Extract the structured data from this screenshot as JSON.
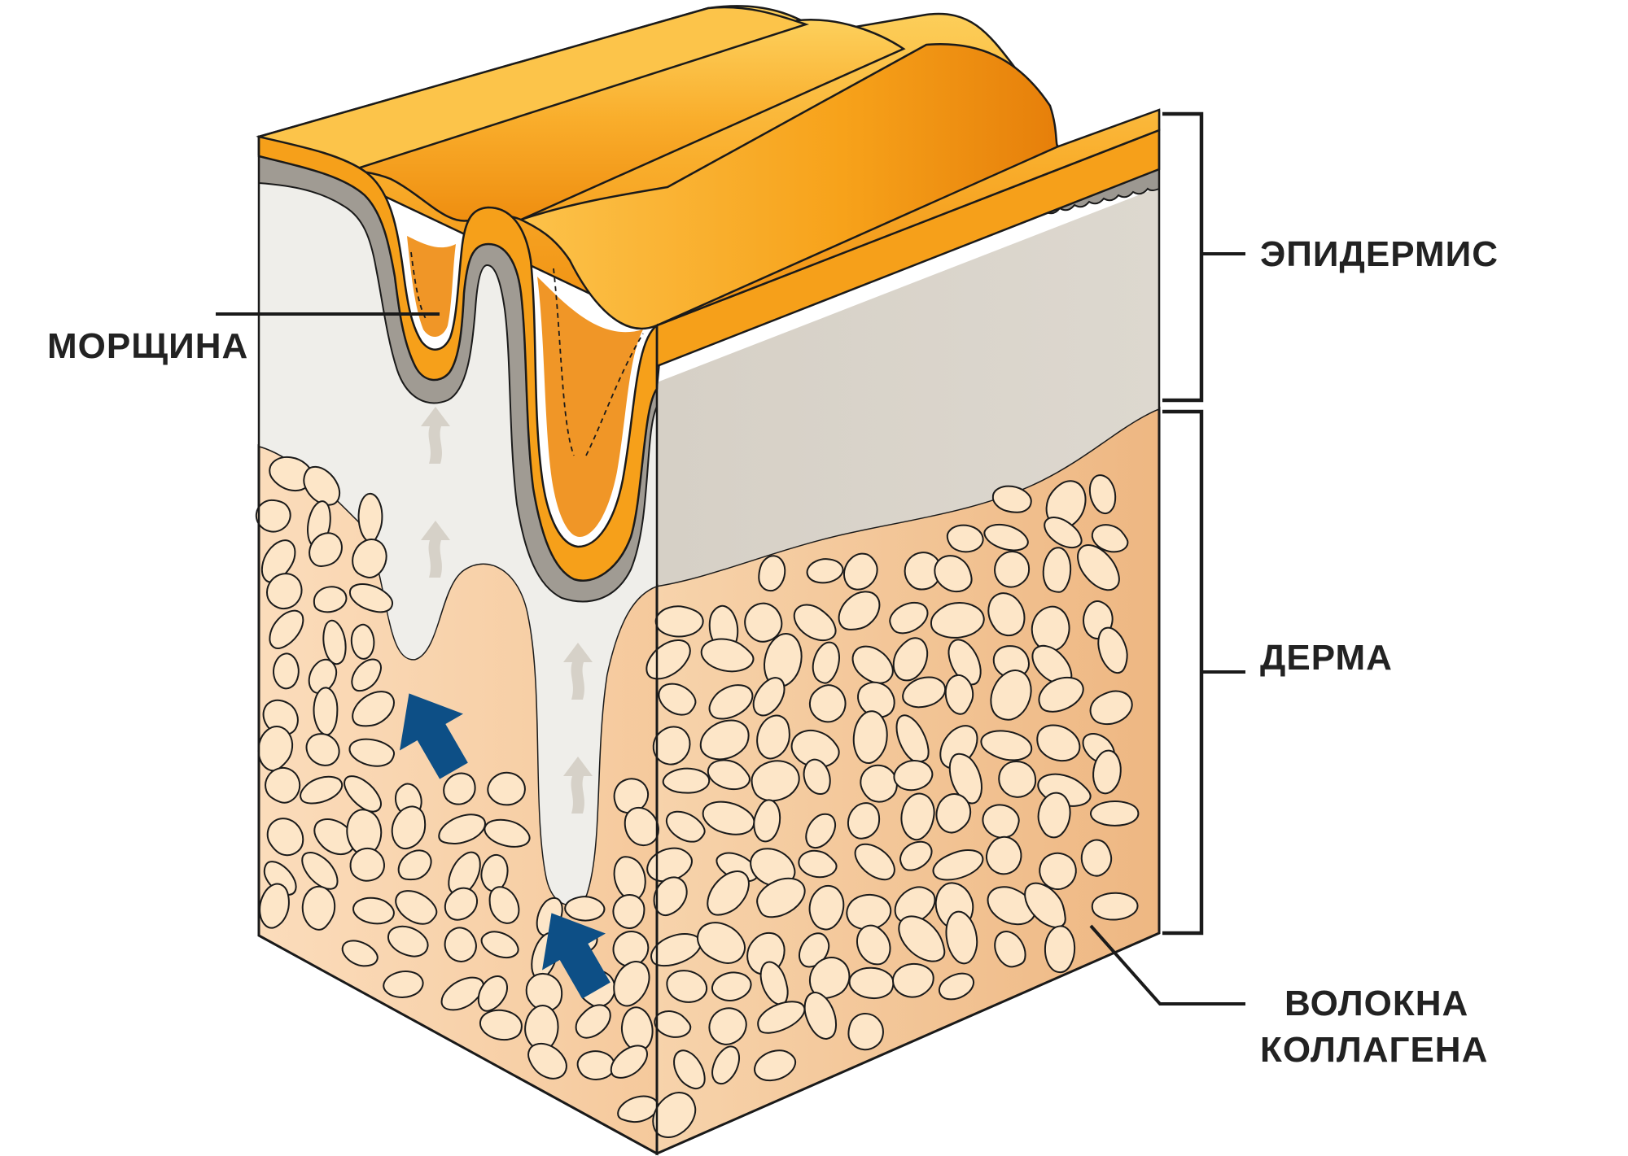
{
  "labels": {
    "wrinkle": "МОРЩИНА",
    "epidermis": "ЭПИДЕРМИС",
    "dermis": "ДЕРМА",
    "collagen_line1": "ВОЛОКНА",
    "collagen_line2": "КОЛЛАГЕНА"
  },
  "colors": {
    "background": "#ffffff",
    "surface_orange": "#f7a21a",
    "surface_orange_light": "#fcc84a",
    "surface_orange_dark": "#e8830c",
    "basal_gray": "#9c9891",
    "epidermis_left": "#efeeea",
    "epidermis_right": "#d9d4ca",
    "dermis_left": "#f9d8b4",
    "dermis_right": "#f0bf8e",
    "fiber_fill": "#fde6c8",
    "arrow_blue": "#0d4f86",
    "arrow_ghost": "#d6d1c8",
    "line": "#1a1a1a"
  },
  "icons": {
    "up_arrow": "up-arrow-icon",
    "ghost_arrow": "wavy-arrow-icon"
  }
}
